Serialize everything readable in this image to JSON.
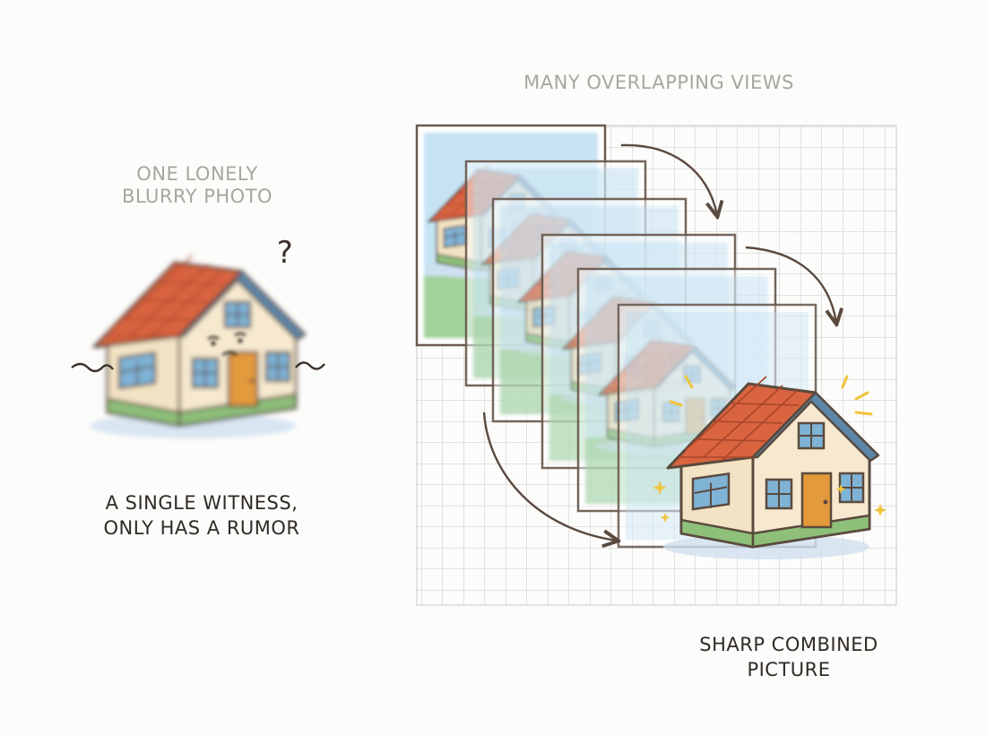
{
  "left_panel": {
    "caption_top_line1": "ONE LONELY",
    "caption_top_line2": "BLURRY PHOTO",
    "question_mark": "?",
    "caption_bottom_line1": "A SINGLE WITNESS,",
    "caption_bottom_line2": "ONLY HAS A RUMOR"
  },
  "right_panel": {
    "caption_top": "MANY OVERLAPPING VIEWS",
    "caption_bottom_line1": "SHARP COMBINED",
    "caption_bottom_line2": "PICTURE",
    "photo_count": 6
  },
  "colors": {
    "roof": "#d9643f",
    "wall": "#f6e9cf",
    "trim": "#5b86a8",
    "door": "#e39a3c",
    "grass": "#8ec07a",
    "sky": "#b9dcef",
    "outline": "#5a4a3e",
    "sparkle": "#f0c43a"
  }
}
